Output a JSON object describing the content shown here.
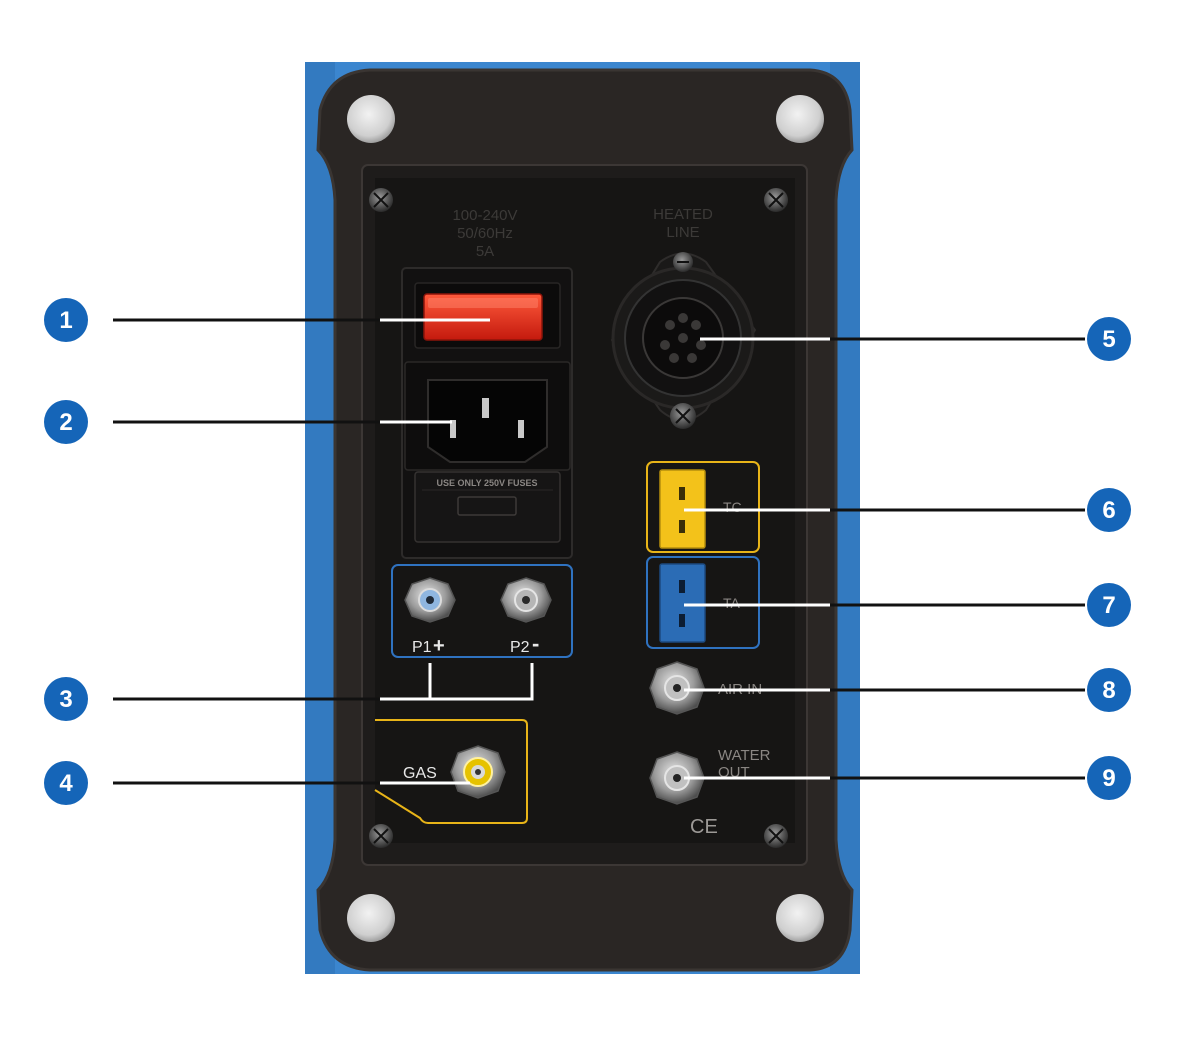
{
  "panel": {
    "power_rating": [
      "100-240V",
      "50/60Hz",
      "5A"
    ],
    "heated_line_label": [
      "HEATED",
      "LINE"
    ],
    "fuse_label": "USE ONLY 250V FUSES",
    "p1_label": "P1",
    "p2_label": "P2",
    "gas_label": "GAS",
    "tc_label": "TC",
    "ta_label": "TA",
    "air_in_label": "AIR IN",
    "water_out_label": [
      "WATER",
      "OUT"
    ],
    "ce_mark": "CE"
  },
  "callouts": [
    {
      "number": "1"
    },
    {
      "number": "2"
    },
    {
      "number": "3"
    },
    {
      "number": "4"
    },
    {
      "number": "5"
    },
    {
      "number": "6"
    },
    {
      "number": "7"
    },
    {
      "number": "8"
    },
    {
      "number": "9"
    }
  ],
  "colors": {
    "badge_blue": "#1565b8",
    "housing_blue": "#3b86cf",
    "frame": "#2a2624",
    "panel_bg": "#161514",
    "switch_red": "#e0261a",
    "tc_yellow": "#f3c21a",
    "ta_blue": "#2b6cb5",
    "gas_outline": "#e8b418",
    "pressure_outline": "#2f72c0"
  }
}
